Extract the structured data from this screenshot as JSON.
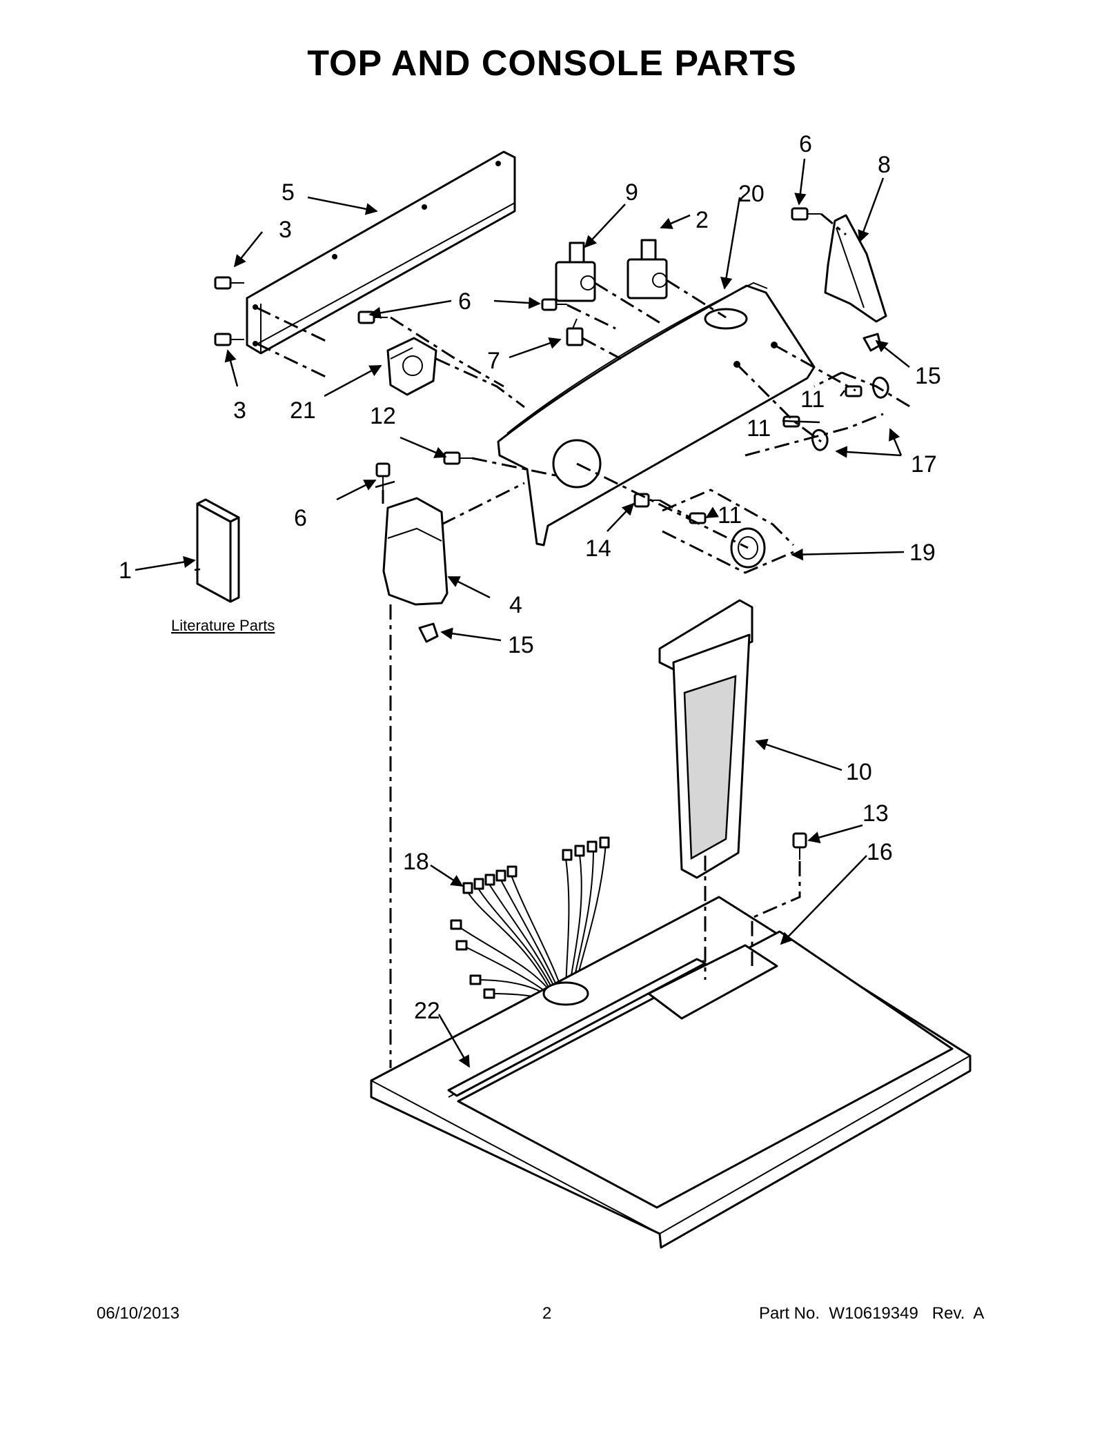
{
  "page": {
    "title": "TOP AND CONSOLE PARTS",
    "footer": {
      "date": "06/10/2013",
      "page_number": "2",
      "part_info": "Part No.  W10619349   Rev.  A"
    }
  },
  "diagram": {
    "note": "Literature Parts",
    "callouts": [
      {
        "id": "c1",
        "label": "1"
      },
      {
        "id": "c2",
        "label": "2"
      },
      {
        "id": "c3a",
        "label": "3"
      },
      {
        "id": "c3b",
        "label": "3"
      },
      {
        "id": "c4",
        "label": "4"
      },
      {
        "id": "c5",
        "label": "5"
      },
      {
        "id": "c6a",
        "label": "6"
      },
      {
        "id": "c6b",
        "label": "6"
      },
      {
        "id": "c6c",
        "label": "6"
      },
      {
        "id": "c6d",
        "label": "6"
      },
      {
        "id": "c7",
        "label": "7"
      },
      {
        "id": "c8",
        "label": "8"
      },
      {
        "id": "c9",
        "label": "9"
      },
      {
        "id": "c10",
        "label": "10"
      },
      {
        "id": "c11a",
        "label": "11"
      },
      {
        "id": "c11b",
        "label": "11"
      },
      {
        "id": "c11c",
        "label": "11"
      },
      {
        "id": "c12",
        "label": "12"
      },
      {
        "id": "c13",
        "label": "13"
      },
      {
        "id": "c14",
        "label": "14"
      },
      {
        "id": "c15a",
        "label": "15"
      },
      {
        "id": "c15b",
        "label": "15"
      },
      {
        "id": "c16",
        "label": "16"
      },
      {
        "id": "c17",
        "label": "17"
      },
      {
        "id": "c18",
        "label": "18"
      },
      {
        "id": "c19",
        "label": "19"
      },
      {
        "id": "c20",
        "label": "20"
      },
      {
        "id": "c21",
        "label": "21"
      },
      {
        "id": "c22",
        "label": "22"
      }
    ]
  }
}
